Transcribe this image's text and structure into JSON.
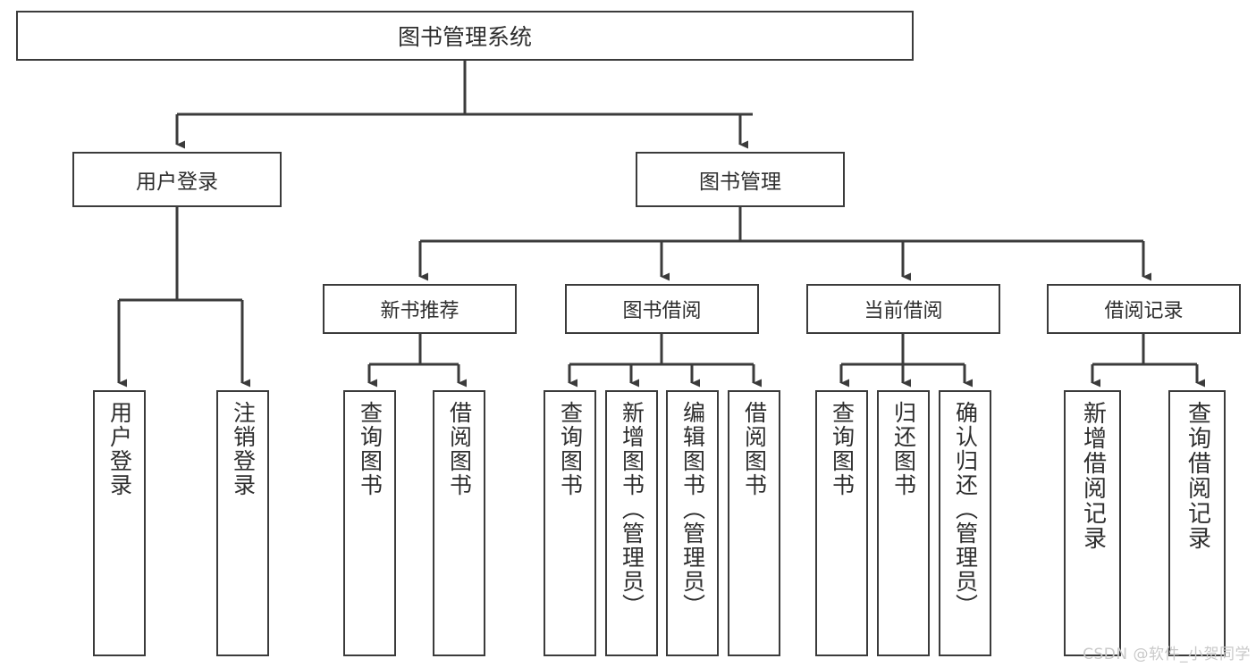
{
  "diagram": {
    "title": "图书管理系统",
    "type": "hierarchy-tree",
    "root": {
      "label": "图书管理系统"
    },
    "level2": [
      {
        "label": "用户登录"
      },
      {
        "label": "图书管理"
      }
    ],
    "level3": [
      {
        "label": "新书推荐"
      },
      {
        "label": "图书借阅"
      },
      {
        "label": "当前借阅"
      },
      {
        "label": "借阅记录"
      }
    ],
    "leaves": {
      "user_login": [
        {
          "label": "用户登录"
        },
        {
          "label": "注销登录"
        }
      ],
      "new_book_recommend": [
        {
          "label": "查询图书"
        },
        {
          "label": "借阅图书"
        }
      ],
      "book_borrow": [
        {
          "label": "查询图书"
        },
        {
          "label": "新增图书（管理员）"
        },
        {
          "label": "编辑图书（管理员）"
        },
        {
          "label": "借阅图书"
        }
      ],
      "current_borrow": [
        {
          "label": "查询图书"
        },
        {
          "label": "归还图书"
        },
        {
          "label": "确认归还（管理员）"
        }
      ],
      "borrow_record": [
        {
          "label": "新增借阅记录"
        },
        {
          "label": "查询借阅记录"
        }
      ]
    }
  },
  "watermark": {
    "text": "CSDN @软件_小贺同学"
  },
  "colors": {
    "border": "#3b3b3b",
    "text": "#2e2e2e",
    "background": "#ffffff",
    "watermark": "#c9c9c9"
  }
}
